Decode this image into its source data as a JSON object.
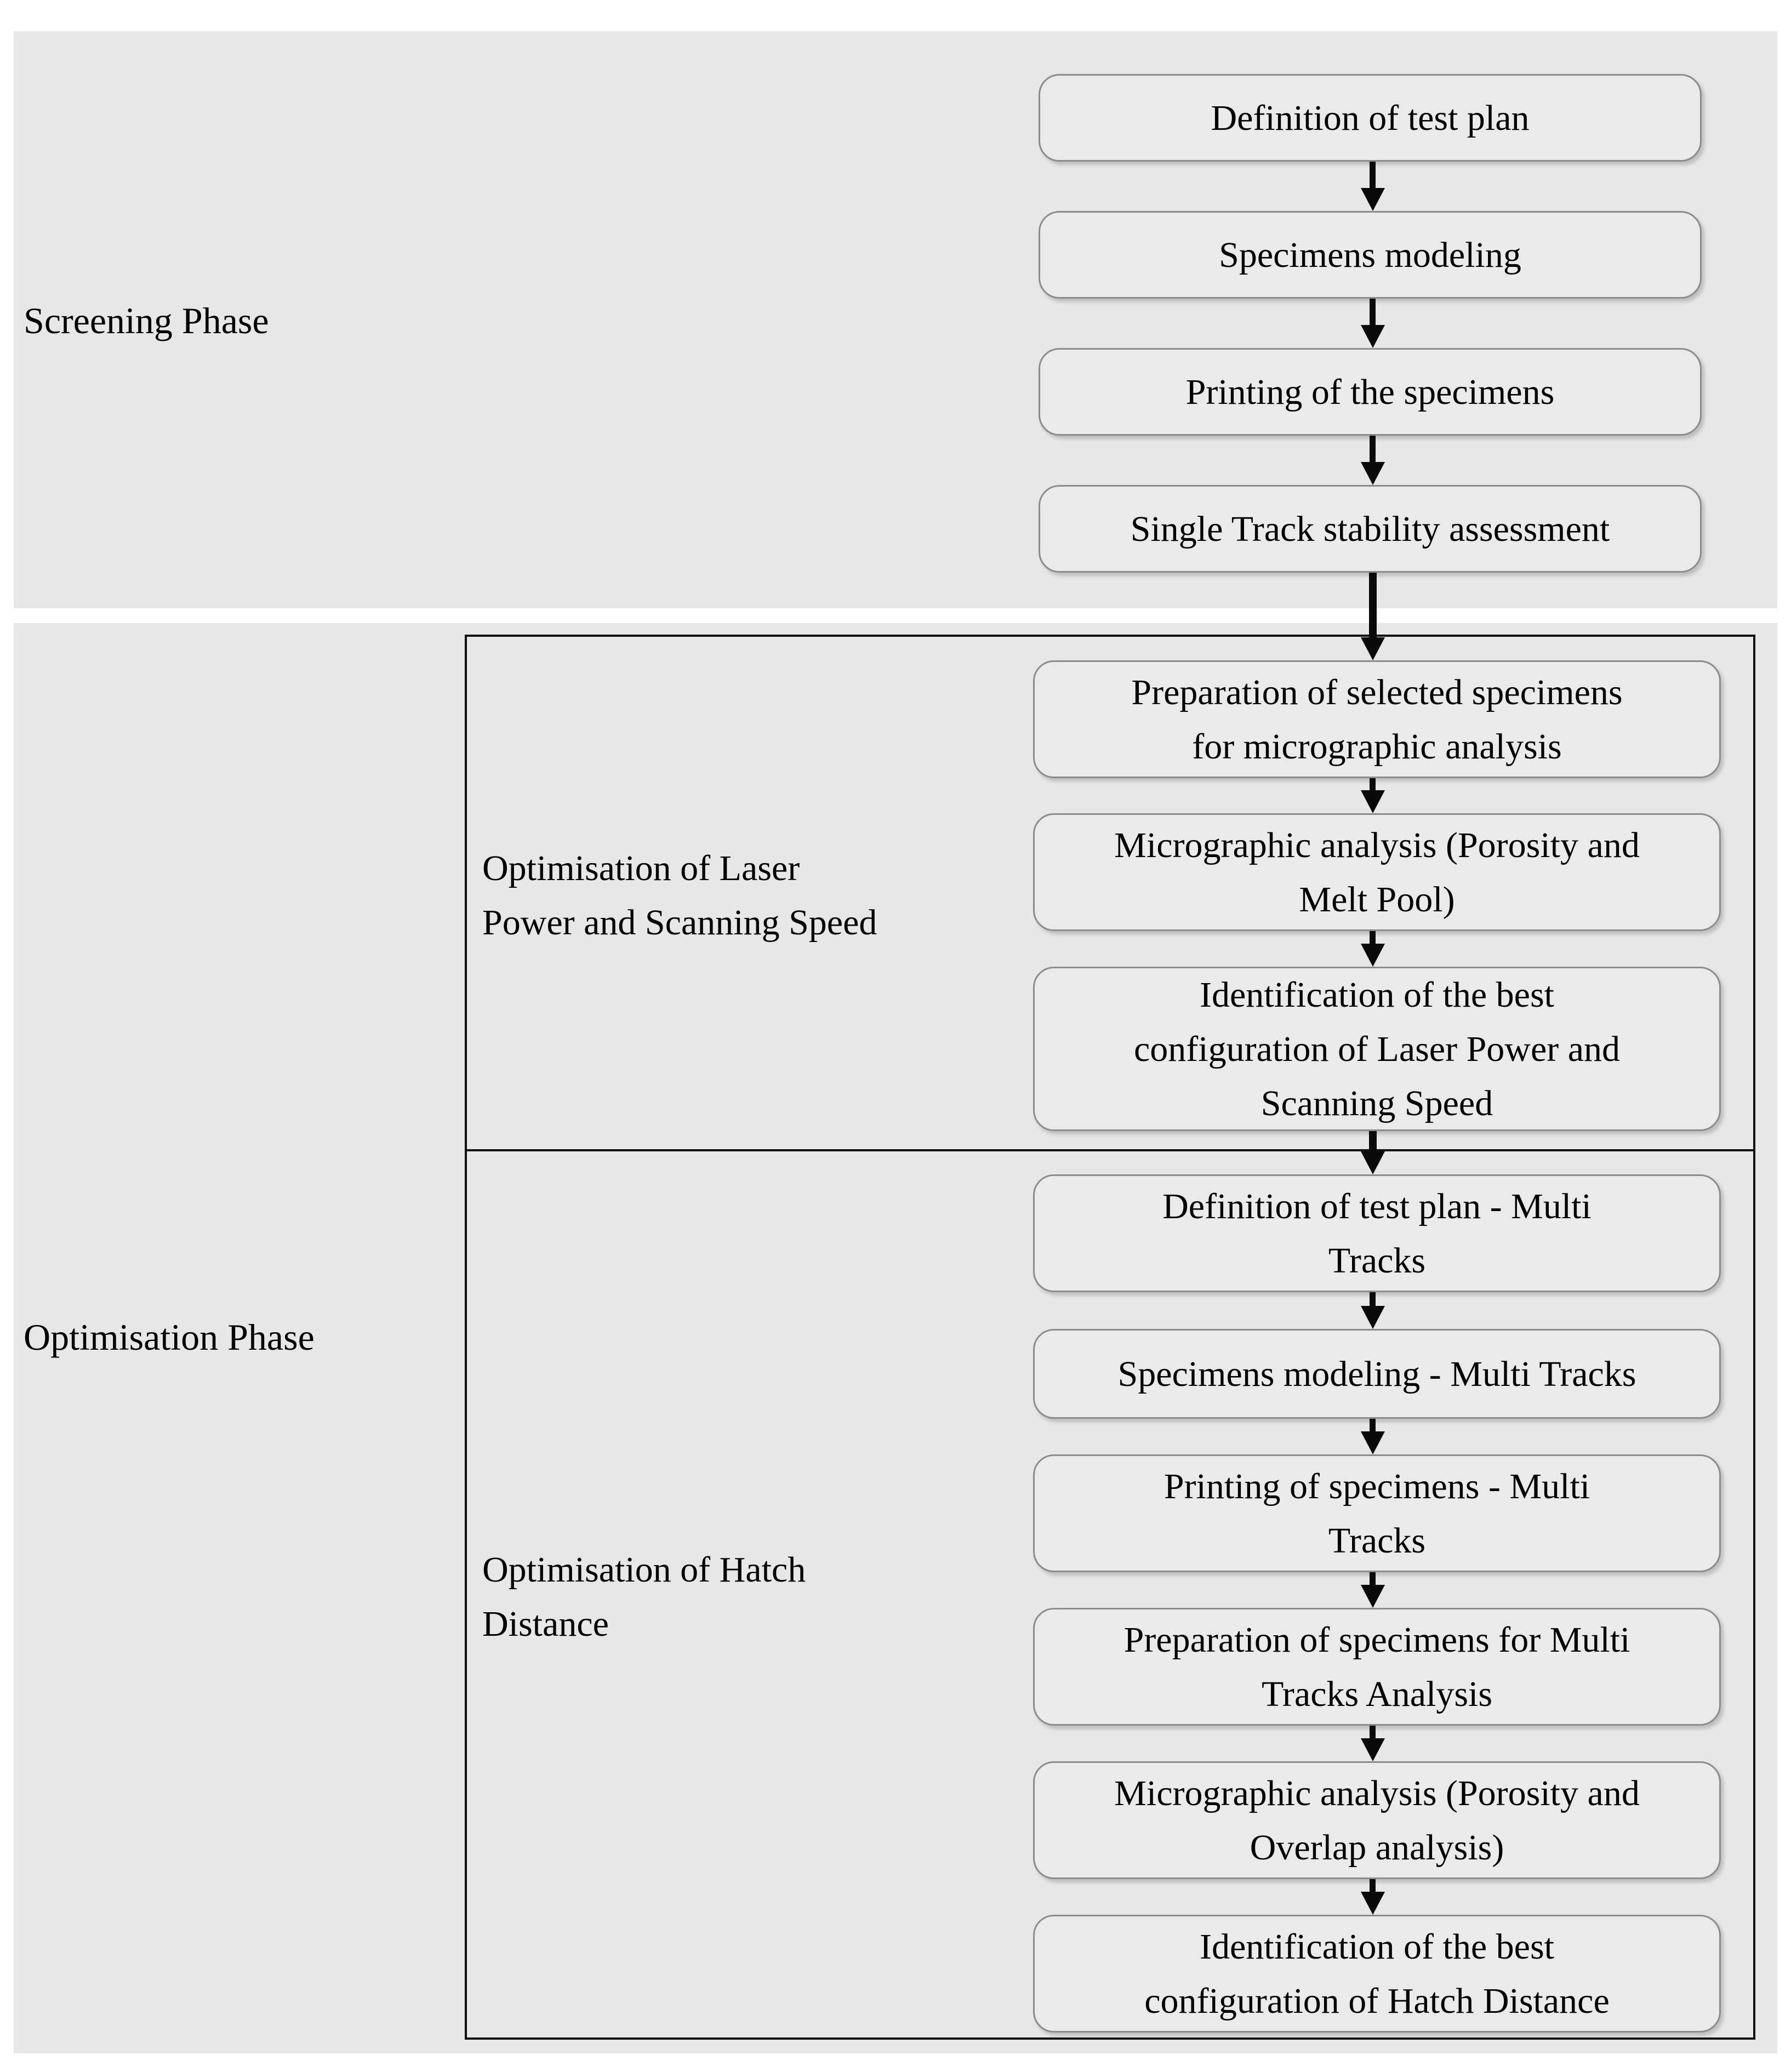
{
  "figure": {
    "type": "flowchart",
    "description": "Two-phase process flow diagram"
  },
  "colors": {
    "page_bg": "#ffffff",
    "band_bg": "#e7e7e7",
    "node_bg": "#eaeaea",
    "node_border": "#8c8c8c",
    "outline_border": "#111111",
    "arrow": "#0a0a0a",
    "text": "#000000"
  },
  "phases": [
    {
      "label": "Screening Phase"
    },
    {
      "label": "Optimisation Phase"
    }
  ],
  "sub_phases": [
    {
      "label": "Optimisation of Laser\nPower and Scanning Speed"
    },
    {
      "label": "Optimisation of Hatch\nDistance"
    }
  ],
  "steps": [
    {
      "label": "Definition of test plan"
    },
    {
      "label": "Specimens modeling"
    },
    {
      "label": "Printing of the specimens"
    },
    {
      "label": "Single Track stability assessment"
    },
    {
      "label": "Preparation of selected specimens\nfor micrographic analysis"
    },
    {
      "label": "Micrographic analysis (Porosity and\nMelt Pool)"
    },
    {
      "label": "Identification of the best\nconfiguration of Laser Power and\nScanning Speed"
    },
    {
      "label": "Definition of test plan - Multi\nTracks"
    },
    {
      "label": "Specimens modeling - Multi Tracks"
    },
    {
      "label": "Printing of specimens - Multi\nTracks"
    },
    {
      "label": "Preparation of specimens for Multi\nTracks Analysis"
    },
    {
      "label": "Micrographic analysis (Porosity and\nOverlap analysis)"
    },
    {
      "label": "Identification of the best\nconfiguration of Hatch Distance"
    }
  ]
}
